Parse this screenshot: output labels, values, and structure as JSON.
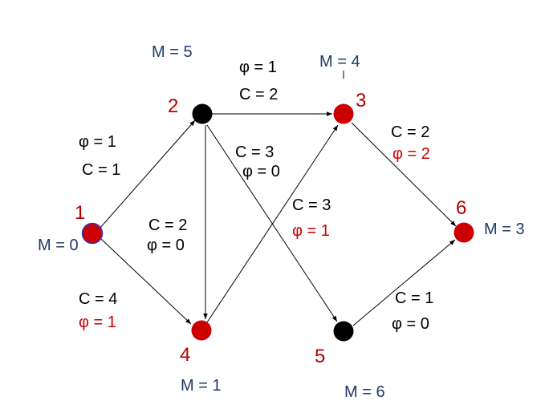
{
  "colors": {
    "background": "#ffffff",
    "edge": "#000000",
    "node_red": "#cc0000",
    "node_black": "#000000",
    "node_id_text": "#b30000",
    "label_black": "#000000",
    "label_red": "#cc0000",
    "label_navy": "#1f3a64",
    "node1_outline": "#3333cc"
  },
  "nodes": [
    {
      "id": "1",
      "label": "1",
      "fill": "red"
    },
    {
      "id": "2",
      "label": "2",
      "fill": "black"
    },
    {
      "id": "3",
      "label": "3",
      "fill": "red"
    },
    {
      "id": "4",
      "label": "4",
      "fill": "red"
    },
    {
      "id": "5",
      "label": "5",
      "fill": "black"
    },
    {
      "id": "6",
      "label": "6",
      "fill": "red"
    }
  ],
  "marks": [
    {
      "node": "1",
      "text": "M = 0"
    },
    {
      "node": "2",
      "text": "M = 5"
    },
    {
      "node": "3",
      "text": "M = 4"
    },
    {
      "node": "4",
      "text": "M = 1"
    },
    {
      "node": "5",
      "text": "M = 6"
    },
    {
      "node": "6",
      "text": "M = 3"
    }
  ],
  "edges": [
    {
      "from": "1",
      "to": "2",
      "capacity": "C = 1",
      "flow": "φ = 1",
      "flow_color": "black"
    },
    {
      "from": "1",
      "to": "4",
      "capacity": "C = 4",
      "flow": "φ = 1",
      "flow_color": "red"
    },
    {
      "from": "2",
      "to": "3",
      "capacity": "C = 2",
      "flow": "φ = 1",
      "flow_color": "black"
    },
    {
      "from": "2",
      "to": "4",
      "capacity": "C = 2",
      "flow": "φ = 0",
      "flow_color": "black"
    },
    {
      "from": "2",
      "to": "5",
      "capacity": "C = 3",
      "flow": "φ = 0",
      "flow_color": "black"
    },
    {
      "from": "4",
      "to": "3",
      "capacity": "C = 3",
      "flow": "φ = 1",
      "flow_color": "red"
    },
    {
      "from": "3",
      "to": "6",
      "capacity": "C = 2",
      "flow": "φ = 2",
      "flow_color": "red"
    },
    {
      "from": "5",
      "to": "6",
      "capacity": "C = 1",
      "flow": "φ = 0",
      "flow_color": "black"
    }
  ]
}
